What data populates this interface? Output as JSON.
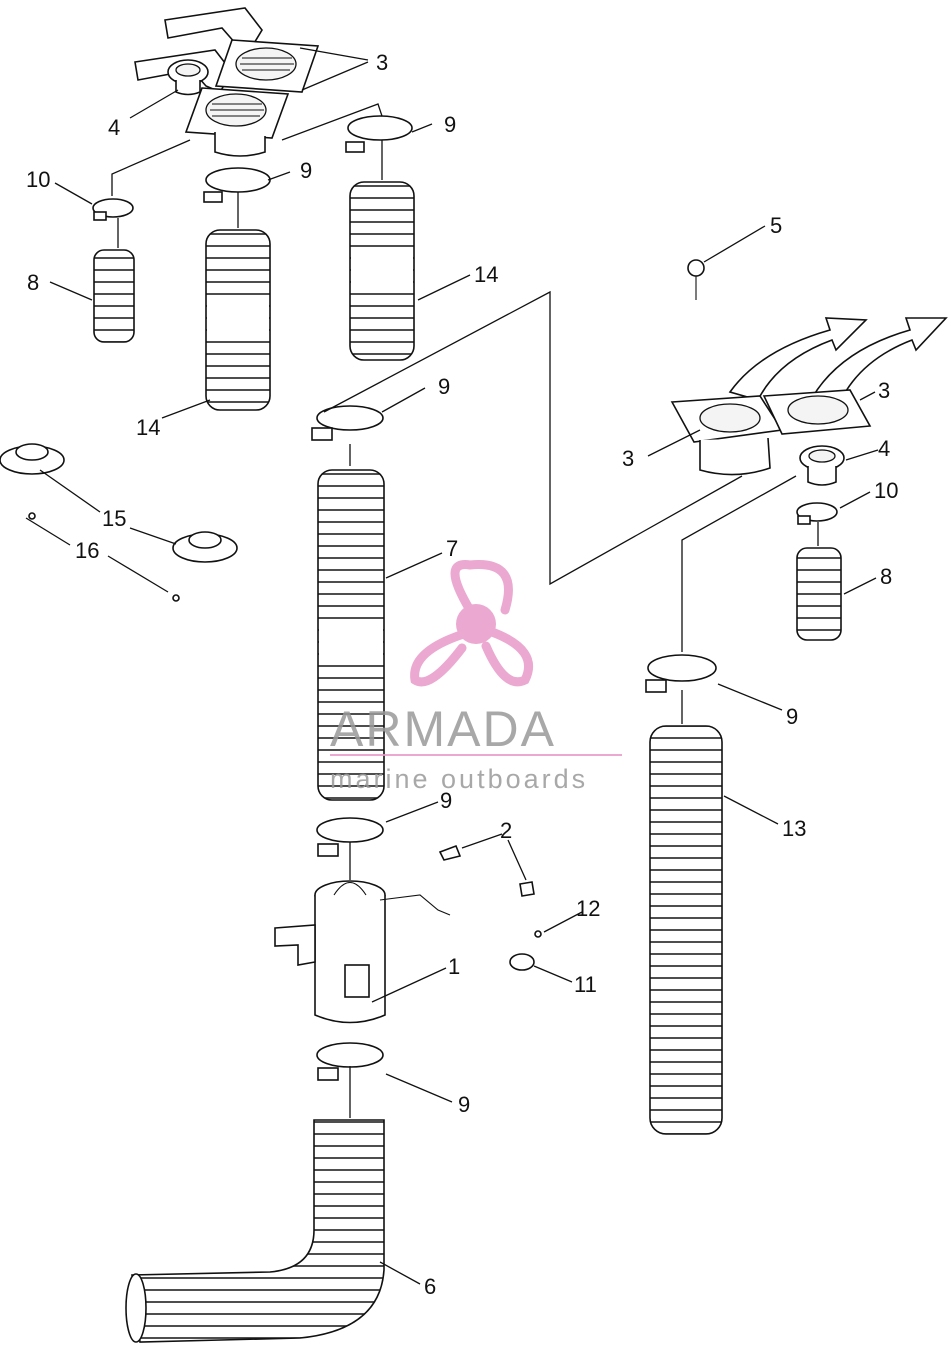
{
  "diagram": {
    "callouts": [
      "1",
      "2",
      "3",
      "4",
      "5",
      "6",
      "7",
      "8",
      "9",
      "10",
      "11",
      "12",
      "13",
      "14",
      "15",
      "16"
    ]
  },
  "watermark": {
    "brand": "ARMADA",
    "tagline": "marine outboards",
    "accent_color": "#e899c8"
  }
}
